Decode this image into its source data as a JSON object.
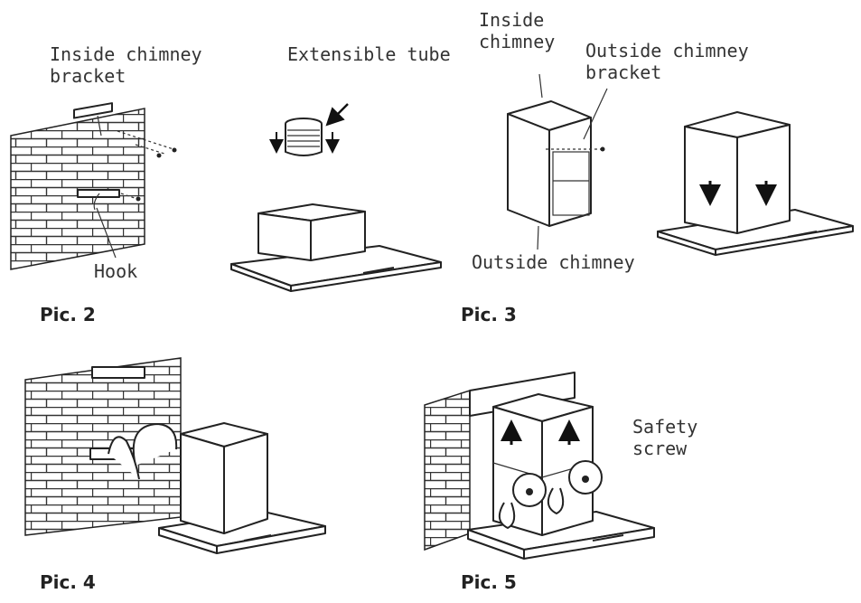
{
  "pic2": {
    "caption": "Pic. 2",
    "label_bracket": "Inside chimney\nbracket",
    "label_hook": "Hook",
    "label_tube": "Extensible tube"
  },
  "pic3": {
    "caption": "Pic. 3",
    "label_inside": "Inside\nchimney",
    "label_outside_bracket": "Outside chimney\nbracket",
    "label_outside": "Outside chimney"
  },
  "pic4": {
    "caption": "Pic. 4"
  },
  "pic5": {
    "caption": "Pic. 5",
    "label_safety": "Safety\nscrew"
  }
}
